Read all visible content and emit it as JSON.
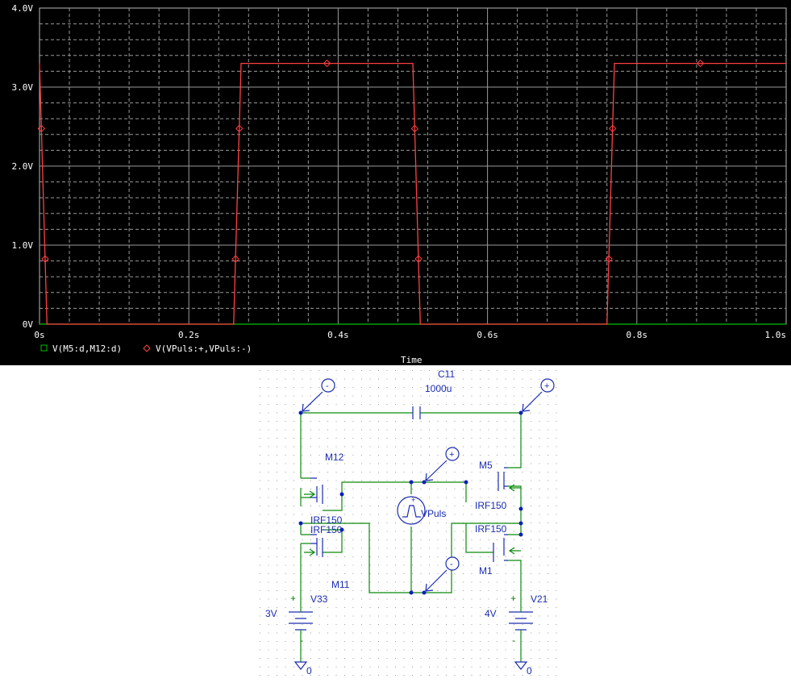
{
  "plot": {
    "background": "#000000",
    "grid_color": "#9a9a9a",
    "y_ticks": [
      "4.0V",
      "3.0V",
      "2.0V",
      "1.0V",
      "0V"
    ],
    "x_ticks": [
      "0s",
      "0.2s",
      "0.4s",
      "0.6s",
      "0.8s",
      "1.0s"
    ],
    "x_label": "Time",
    "legend": [
      {
        "marker": "square",
        "label": "V(M5:d,M12:d)",
        "color": "#00c000"
      },
      {
        "marker": "diamond",
        "label": "V(VPuls:+,VPuls:-)",
        "color": "#ff4040"
      }
    ]
  },
  "chart_data": {
    "type": "line",
    "xlabel": "Time",
    "ylabel": "",
    "xlim": [
      0,
      1.0
    ],
    "ylim": [
      0,
      4.0
    ],
    "grid": true,
    "legend_position": "bottom-left",
    "series": [
      {
        "name": "V(M5:d,M12:d)",
        "color": "#00c000",
        "marker": "square",
        "x": [
          0,
          1.0
        ],
        "y": [
          0,
          0
        ]
      },
      {
        "name": "V(VPuls:+,VPuls:-)",
        "color": "#ff4040",
        "marker": "diamond",
        "x": [
          0,
          0.01,
          0.26,
          0.27,
          0.5,
          0.51,
          0.76,
          0.77,
          1.0
        ],
        "y": [
          3.3,
          0,
          0,
          3.3,
          3.3,
          0,
          0,
          3.3,
          3.3
        ]
      }
    ]
  },
  "schematic": {
    "capacitor": {
      "ref": "C11",
      "value": "1000u"
    },
    "transistors": [
      {
        "ref": "M12",
        "model": "IRF150"
      },
      {
        "ref": "M11",
        "model": "IRF150"
      },
      {
        "ref": "M5",
        "model": "IRF150"
      },
      {
        "ref": "M1",
        "model": "IRF150"
      }
    ],
    "source_pulse": {
      "ref": "VPuls"
    },
    "source_left": {
      "ref": "V33",
      "value": "3V",
      "plus": "+",
      "minus": "-"
    },
    "source_right": {
      "ref": "V21",
      "value": "4V",
      "plus": "+",
      "minus": "-"
    },
    "probes": {
      "neg": "-",
      "pos": "+"
    },
    "ground_left": "0",
    "ground_right": "0"
  }
}
